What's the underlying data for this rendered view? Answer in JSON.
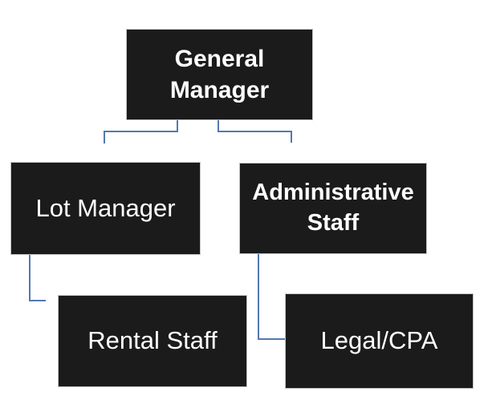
{
  "chart": {
    "type": "org-chart",
    "background": "#ffffff",
    "colors": {
      "node_fill": "#1b1b1b",
      "node_border": "#c3c3c3",
      "node_text": "#ffffff",
      "connector": "#5478b1"
    },
    "nodes": {
      "general_manager": {
        "label": "General Manager",
        "bold": true
      },
      "lot_manager": {
        "label": "Lot Manager",
        "bold": false
      },
      "administrative_staff": {
        "label": "Administrative Staff",
        "bold": true
      },
      "rental_staff": {
        "label": "Rental Staff",
        "bold": false
      },
      "legal_cpa": {
        "label": "Legal/CPA",
        "bold": false
      }
    },
    "hierarchy": [
      {
        "from": "General Manager",
        "to": "Lot Manager"
      },
      {
        "from": "General Manager",
        "to": "Administrative Staff"
      },
      {
        "from": "Lot Manager",
        "to": "Rental Staff"
      },
      {
        "from": "Administrative Staff",
        "to": "Legal/CPA"
      }
    ]
  }
}
